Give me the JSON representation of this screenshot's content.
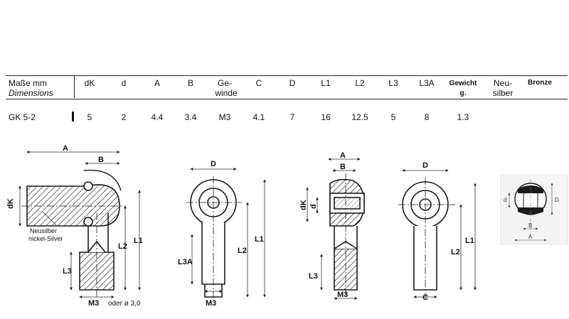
{
  "table": {
    "label_de": "Maße mm",
    "label_en": "Dimensions",
    "columns": [
      "dK",
      "d",
      "A",
      "B",
      "Ge-",
      "C",
      "D",
      "L1",
      "L2",
      "L3",
      "L3A"
    ],
    "col_gewinde_2": "winde",
    "weight_1": "Gewicht",
    "weight_2": "g.",
    "material_1": "Neu-",
    "material_2": "silber",
    "bronze": "Bronze",
    "row": {
      "name": "GK 5-2",
      "values": [
        "5",
        "2",
        "4.4",
        "3.4",
        "M3",
        "4.1",
        "7",
        "16",
        "12.5",
        "5",
        "8",
        "1.3"
      ]
    }
  },
  "drawings": {
    "side": {
      "A": "A",
      "B": "B",
      "dK": "dK",
      "L1": "L1",
      "L2": "L2",
      "L3": "L3",
      "M3": "M3",
      "alt_thread": "oder ø 3,0",
      "material_de": "Neusilber",
      "material_en": "nickel-Silver"
    },
    "front": {
      "D": "D",
      "L1": "L1",
      "L2": "L2",
      "L3A": "L3A",
      "M3": "M3"
    },
    "section": {
      "A": "A",
      "B": "B",
      "dK": "dK",
      "d": "d",
      "L3": "L3",
      "M3": "M3"
    },
    "front_long": {
      "D": "D",
      "L1": "L1",
      "L2": "L2",
      "C": "C"
    },
    "ball": {
      "d": "d",
      "D": "D",
      "B": "B",
      "A": "A"
    }
  },
  "colors": {
    "ink": "#1a1a1a",
    "hatch": "#2a2a2a",
    "dim": "#333333"
  }
}
